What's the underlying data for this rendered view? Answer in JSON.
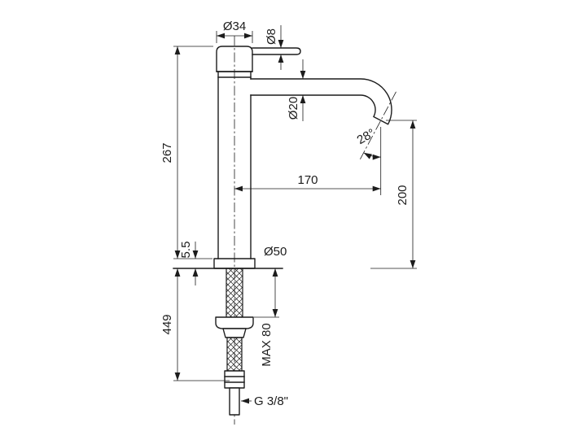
{
  "drawing": {
    "background": "#ffffff",
    "line_color": "#1c1c1c",
    "dimensions": {
      "handle_diameter": "Ø34",
      "lever_diameter": "Ø8",
      "body_height": "267",
      "spout_diameter": "Ø20",
      "spout_angle": "28°",
      "spout_reach": "170",
      "outlet_height": "200",
      "base_plate_thickness": "5.5",
      "base_diameter": "Ø50",
      "total_height": "449",
      "max_counter_thickness": "MAX 80",
      "inlet_thread": "G 3/8\""
    }
  }
}
